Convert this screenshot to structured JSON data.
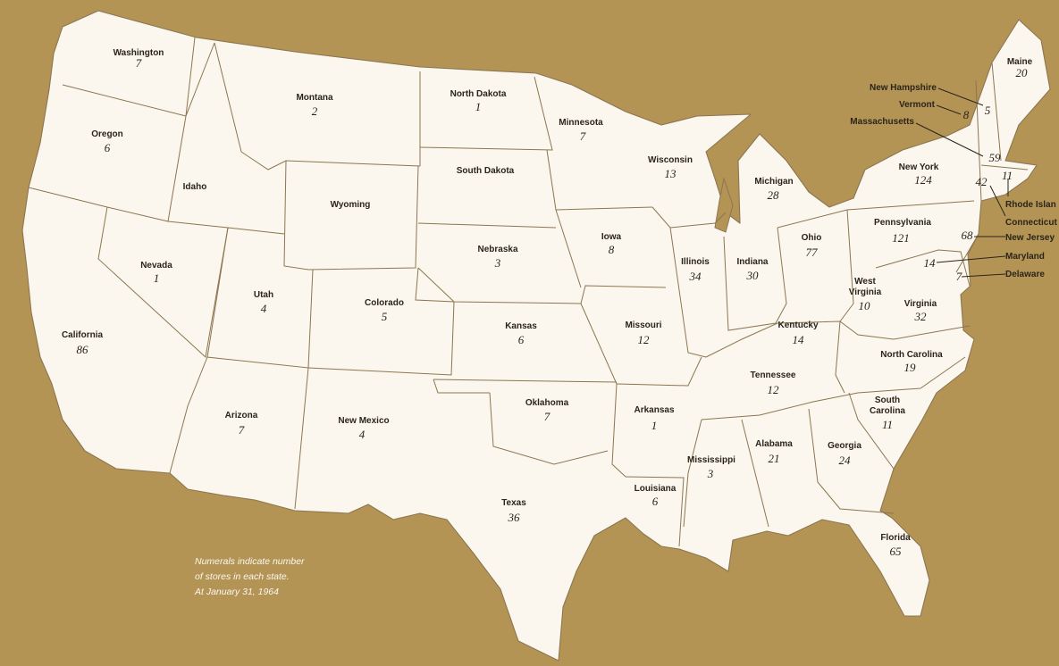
{
  "note": {
    "line1": "Numerals indicate number",
    "line2": "of stores in each state.",
    "line3": "At January 31, 1964"
  },
  "states": [
    {
      "id": "wa",
      "name": "Washington",
      "count": "7"
    },
    {
      "id": "or",
      "name": "Oregon",
      "count": "6"
    },
    {
      "id": "ca",
      "name": "California",
      "count": "86"
    },
    {
      "id": "nv",
      "name": "Nevada",
      "count": "1"
    },
    {
      "id": "id",
      "name": "Idaho",
      "count": ""
    },
    {
      "id": "mt",
      "name": "Montana",
      "count": "2"
    },
    {
      "id": "wy",
      "name": "Wyoming",
      "count": ""
    },
    {
      "id": "ut",
      "name": "Utah",
      "count": "4"
    },
    {
      "id": "co",
      "name": "Colorado",
      "count": "5"
    },
    {
      "id": "az",
      "name": "Arizona",
      "count": "7"
    },
    {
      "id": "nm",
      "name": "New Mexico",
      "count": "4"
    },
    {
      "id": "nd",
      "name": "North Dakota",
      "count": "1"
    },
    {
      "id": "sd",
      "name": "South Dakota",
      "count": ""
    },
    {
      "id": "ne",
      "name": "Nebraska",
      "count": "3"
    },
    {
      "id": "ks",
      "name": "Kansas",
      "count": "6"
    },
    {
      "id": "ok",
      "name": "Oklahoma",
      "count": "7"
    },
    {
      "id": "tx",
      "name": "Texas",
      "count": "36"
    },
    {
      "id": "mn",
      "name": "Minnesota",
      "count": "7"
    },
    {
      "id": "ia",
      "name": "Iowa",
      "count": "8"
    },
    {
      "id": "mo",
      "name": "Missouri",
      "count": "12"
    },
    {
      "id": "ar",
      "name": "Arkansas",
      "count": "1"
    },
    {
      "id": "la",
      "name": "Louisiana",
      "count": "6"
    },
    {
      "id": "wi",
      "name": "Wisconsin",
      "count": "13"
    },
    {
      "id": "il",
      "name": "Illinois",
      "count": "34"
    },
    {
      "id": "mi",
      "name": "Michigan",
      "count": "28"
    },
    {
      "id": "in",
      "name": "Indiana",
      "count": "30"
    },
    {
      "id": "oh",
      "name": "Ohio",
      "count": "77"
    },
    {
      "id": "ky",
      "name": "Kentucky",
      "count": "14"
    },
    {
      "id": "tn",
      "name": "Tennessee",
      "count": "12"
    },
    {
      "id": "ms",
      "name": "Mississippi",
      "count": "3"
    },
    {
      "id": "al",
      "name": "Alabama",
      "count": "21"
    },
    {
      "id": "ga",
      "name": "Georgia",
      "count": "24"
    },
    {
      "id": "fl",
      "name": "Florida",
      "count": "65"
    },
    {
      "id": "sc",
      "name": "South Carolina",
      "count": "11"
    },
    {
      "id": "nc",
      "name": "North Carolina",
      "count": "19"
    },
    {
      "id": "va",
      "name": "Virginia",
      "count": "32"
    },
    {
      "id": "wv",
      "name": "West Virginia",
      "count": "10"
    },
    {
      "id": "pa",
      "name": "Pennsylvania",
      "count": "121"
    },
    {
      "id": "ny",
      "name": "New York",
      "count": "124"
    },
    {
      "id": "me",
      "name": "Maine",
      "count": "20"
    },
    {
      "id": "nh",
      "name": "New Hampshire",
      "count": "5"
    },
    {
      "id": "vt",
      "name": "Vermont",
      "count": "8"
    },
    {
      "id": "ma",
      "name": "Massachusetts",
      "count": "59"
    },
    {
      "id": "ri",
      "name": "Rhode Island",
      "count": "11"
    },
    {
      "id": "ct",
      "name": "Connecticut",
      "count": "42"
    },
    {
      "id": "nj",
      "name": "New Jersey",
      "count": "68"
    },
    {
      "id": "md",
      "name": "Maryland",
      "count": "14"
    },
    {
      "id": "de",
      "name": "Delaware",
      "count": "7"
    }
  ]
}
